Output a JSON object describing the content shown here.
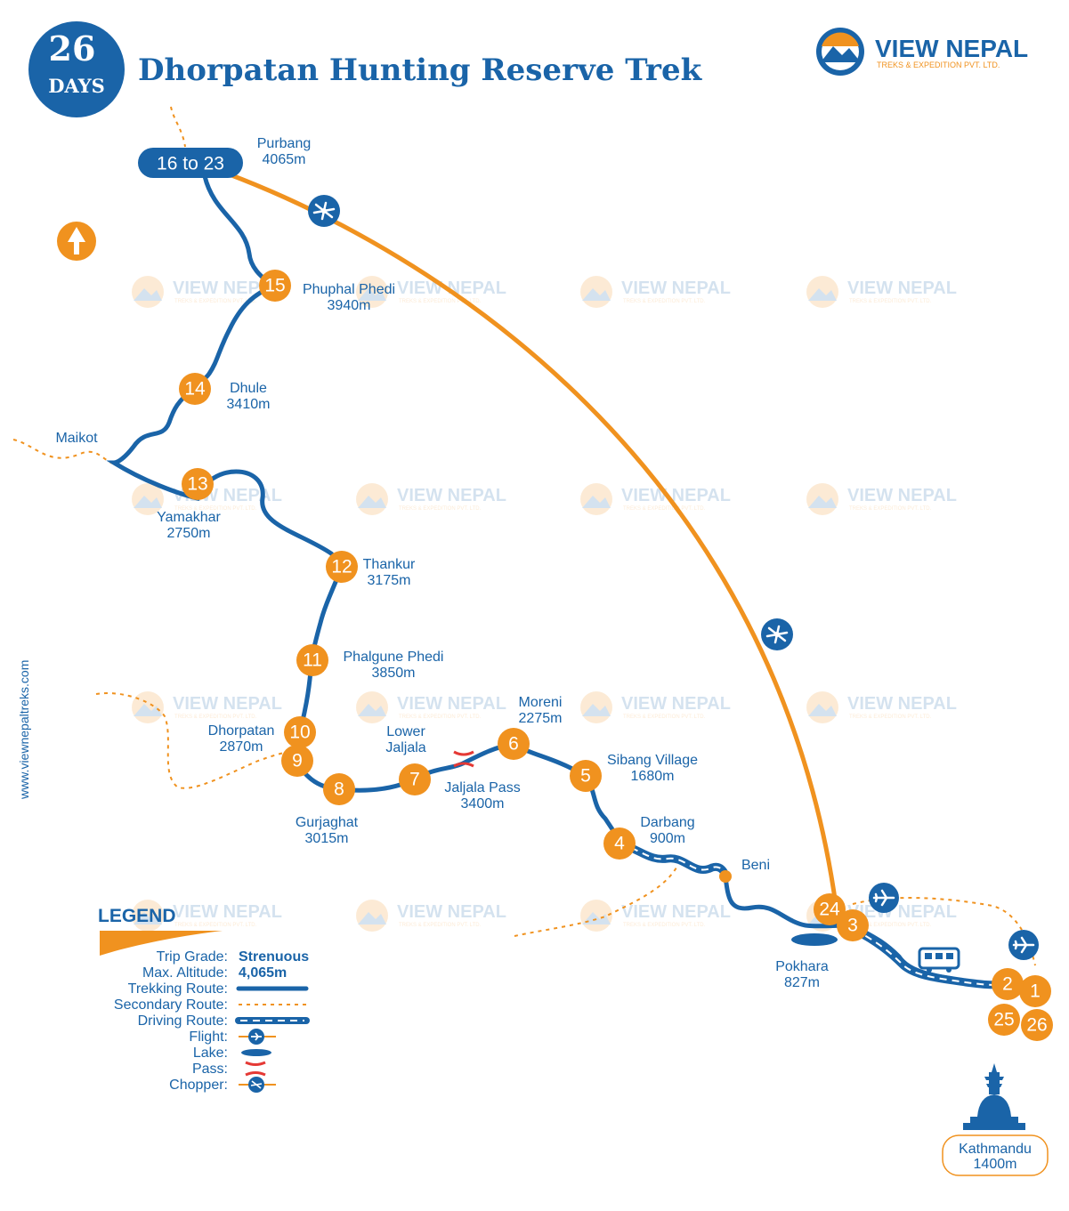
{
  "badge": {
    "number": "26",
    "unit": "DAYS"
  },
  "title": "Dhorpatan Hunting Reserve Trek",
  "brand": {
    "name": "VIEW NEPAL",
    "tagline": "TREKS & EXPEDITION PVT. LTD."
  },
  "watermark": {
    "name": "VIEW NEPAL",
    "tagline": "TREKS & EXPEDITION PVT. LTD."
  },
  "website": "www.viewnepaltreks.com",
  "colors": {
    "blue": "#1a64a8",
    "orange": "#f0921f",
    "red": "#e53935",
    "white": "#ffffff"
  },
  "icons": {
    "north": "north-arrow-icon",
    "flight": "airplane-icon",
    "chopper": "helicopter-icon",
    "bus": "bus-icon",
    "pass": "pass-icon",
    "lake": "lake-icon",
    "stupa": "stupa-icon"
  },
  "stops": {
    "s1": "1",
    "s2": "2",
    "s3": "3",
    "s4": "4",
    "s5": "5",
    "s6": "6",
    "s7": "7",
    "s8": "8",
    "s9": "9",
    "s10": "10",
    "s11": "11",
    "s12": "12",
    "s13": "13",
    "s14": "14",
    "s15": "15",
    "s16_23": "16 to 23",
    "s24": "24",
    "s25": "25",
    "s26": "26"
  },
  "places": {
    "purbang": {
      "name": "Purbang",
      "alt": "4065m"
    },
    "phuphal_phedi": {
      "name": "Phuphal Phedi",
      "alt": "3940m"
    },
    "dhule": {
      "name": "Dhule",
      "alt": "3410m"
    },
    "maikot": {
      "name": "Maikot"
    },
    "yamakhar": {
      "name": "Yamakhar",
      "alt": "2750m"
    },
    "thankur": {
      "name": "Thankur",
      "alt": "3175m"
    },
    "phalgune_phedi": {
      "name": "Phalgune Phedi",
      "alt": "3850m"
    },
    "dhorpatan": {
      "name": "Dhorpatan",
      "alt": "2870m"
    },
    "gurjaghat": {
      "name": "Gurjaghat",
      "alt": "3015m"
    },
    "lower_jaljala": {
      "line1": "Lower",
      "line2": "Jaljala"
    },
    "jaljala_pass": {
      "name": "Jaljala Pass",
      "alt": "3400m"
    },
    "moreni": {
      "name": "Moreni",
      "alt": "2275m"
    },
    "sibang": {
      "name": "Sibang Village",
      "alt": "1680m"
    },
    "darbang": {
      "name": "Darbang",
      "alt": "900m"
    },
    "beni": {
      "name": "Beni"
    },
    "pokhara": {
      "name": "Pokhara",
      "alt": "827m"
    },
    "kathmandu": {
      "name": "Kathmandu",
      "alt": "1400m"
    }
  },
  "legend": {
    "title": "LEGEND",
    "trip_grade_label": "Trip Grade:",
    "trip_grade_value": "Strenuous",
    "max_alt_label": "Max. Altitude:",
    "max_alt_value": "4,065m",
    "trekking": "Trekking Route:",
    "secondary": "Secondary Route:",
    "driving": "Driving Route:",
    "flight": "Flight:",
    "lake": "Lake:",
    "pass": "Pass:",
    "chopper": "Chopper:"
  }
}
